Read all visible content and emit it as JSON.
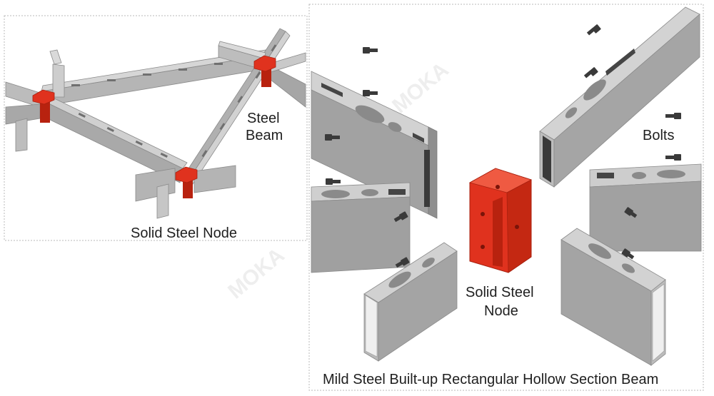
{
  "left_panel": {
    "labels": {
      "steel_beam_line1": "Steel",
      "steel_beam_line2": "Beam",
      "solid_steel_node": "Solid Steel Node"
    }
  },
  "right_panel": {
    "labels": {
      "bolts": "Bolts",
      "solid_steel_node_line1": "Solid Steel",
      "solid_steel_node_line2": "Node",
      "caption": "Mild Steel Built-up Rectangular Hollow Section Beam"
    }
  },
  "watermark": "MOKA",
  "colors": {
    "node_red": "#e0321e",
    "node_red_dark": "#b8220f",
    "beam_light": "#c8c8c8",
    "beam_mid": "#a9a9a9",
    "beam_dark": "#8c8c8c",
    "bolt": "#3a3a3a",
    "frame": "#b9b9b9"
  }
}
